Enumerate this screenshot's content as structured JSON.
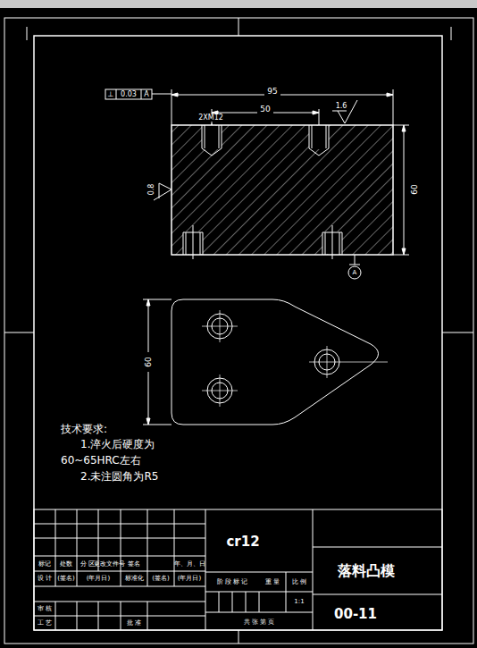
{
  "diagram": {
    "labels": [
      "⊥",
      "0.03",
      "A",
      "95",
      "50",
      "2XM12",
      "1.6",
      "0.8",
      "60",
      "A",
      "60",
      "技术要求:",
      "1.淬火后硬度为",
      "60~65HRC左右",
      "2.未注圆角为R5",
      "cr12",
      "落料凸模",
      "00-11",
      "标记",
      "处数",
      "分 区",
      "更改文件号",
      "签名",
      "年、月、日",
      "设 计",
      "(签名)",
      "(年月日)",
      "标准化",
      "(签名)",
      "(年月日)",
      "阶 段 标 记",
      "重 量",
      "比 例",
      "1:1",
      "审 核",
      "工 艺",
      "批 准",
      "共 张 第 页"
    ]
  }
}
